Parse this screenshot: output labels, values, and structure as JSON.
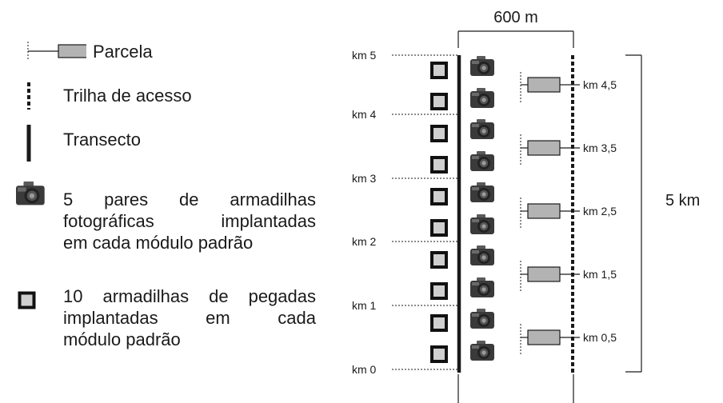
{
  "legend": {
    "parcela": "Parcela",
    "trilha": "Trilha de acesso",
    "transecto": "Transecto",
    "cameras_lines": [
      "5 pares de armadilhas",
      "fotográficas implantadas",
      "em cada módulo padrão"
    ],
    "pegadas_lines": [
      "10 armadilhas de pegadas",
      "implantadas em cada",
      "módulo padrão"
    ]
  },
  "diagram": {
    "width_label": "600 m",
    "length_label": "5 km",
    "km_labels": [
      "km 5",
      "km 4",
      "km 3",
      "km 2",
      "km 1",
      "km 0"
    ],
    "plot_labels": [
      "km 4,5",
      "km 3,5",
      "km 2,5",
      "km 1,5",
      "km 0,5"
    ]
  },
  "colors": {
    "plot_fill": "#b3b3b3",
    "line": "#1a1a1a",
    "footprint_fill": "#cfcfcf"
  },
  "icons": [
    "camera-icon",
    "footprint-trap-icon",
    "plot-icon",
    "trail-icon",
    "transect-icon"
  ]
}
